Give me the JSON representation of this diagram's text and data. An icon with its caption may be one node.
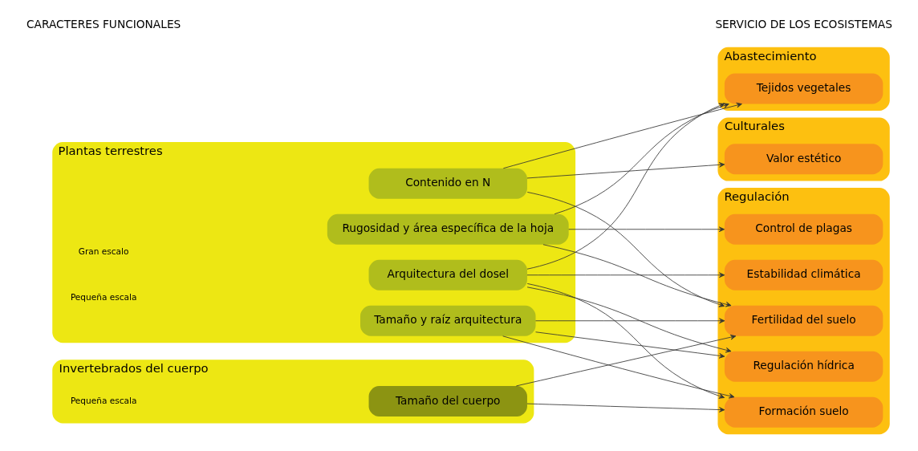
{
  "diagram": {
    "nodes": [
      {
        "text": [
          "Plantas terrestres"
        ]
      },
      {
        "text": [
          "Arquitectura del dosel"
        ],
        "in": 0
      },
      {
        "text": [
          "Tamaño y raíz arquitectura"
        ],
        "in": 0
      },
      {
        "text": [
          "Rugosidad y área específica de la hoja"
        ],
        "in": 0
      },
      {
        "text": [
          "Contenido en N"
        ],
        "in": 0
      },
      {
        "text": [
          "Invertebrados del cuerpo"
        ]
      },
      {
        "text": [
          "Tamaño del cuerpo"
        ],
        "in": 5
      },
      {
        "text": [
          "Abastecimiento"
        ]
      },
      {
        "text": [
          "Tejidos vegetales"
        ],
        "in": 7
      },
      {
        "text": [
          "Regulación"
        ]
      },
      {
        "text": [
          "Estabilidad climática"
        ],
        "in": 9
      },
      {
        "text": [
          "Regulación hídrica"
        ],
        "in": 9
      },
      {
        "text": [
          "Formación suelo"
        ],
        "in": 9
      },
      {
        "text": [
          "Fertilidad del suelo"
        ],
        "in": 9
      },
      {
        "text": [
          "Control de plagas"
        ],
        "in": 9
      },
      {
        "text": [
          "Culturales"
        ]
      },
      {
        "text": [
          "Valor estético"
        ],
        "in": 15
      }
    ],
    "edges": [
      {
        "from": 1,
        "to": 8,
        "arrow": "to"
      },
      {
        "from": 1,
        "to": 10,
        "arrow": "to"
      },
      {
        "from": 1,
        "to": 11,
        "arrow": "to"
      },
      {
        "from": 1,
        "to": 12,
        "arrow": "to"
      },
      {
        "from": 2,
        "to": 11,
        "arrow": "to"
      },
      {
        "from": 2,
        "to": 12,
        "arrow": "to"
      },
      {
        "from": 2,
        "to": 13,
        "arrow": "to"
      },
      {
        "from": 3,
        "to": 8,
        "arrow": "to"
      },
      {
        "from": 3,
        "to": 13,
        "arrow": "to"
      },
      {
        "from": 3,
        "to": 14,
        "arrow": "to"
      },
      {
        "from": 4,
        "to": 8,
        "arrow": "to"
      },
      {
        "from": 4,
        "to": 13,
        "arrow": "to"
      },
      {
        "from": 4,
        "to": 16,
        "arrow": "to"
      },
      {
        "from": 6,
        "to": 12,
        "arrow": "to"
      },
      {
        "from": 6,
        "to": 13,
        "arrow": "to"
      }
    ],
    "labels": [
      "CARACTERES FUNCIONALES",
      "SERVICIO DE LOS ECOSISTEMAS",
      "Gran escalo",
      "Pequeña escala",
      "Pequeña escala"
    ]
  }
}
